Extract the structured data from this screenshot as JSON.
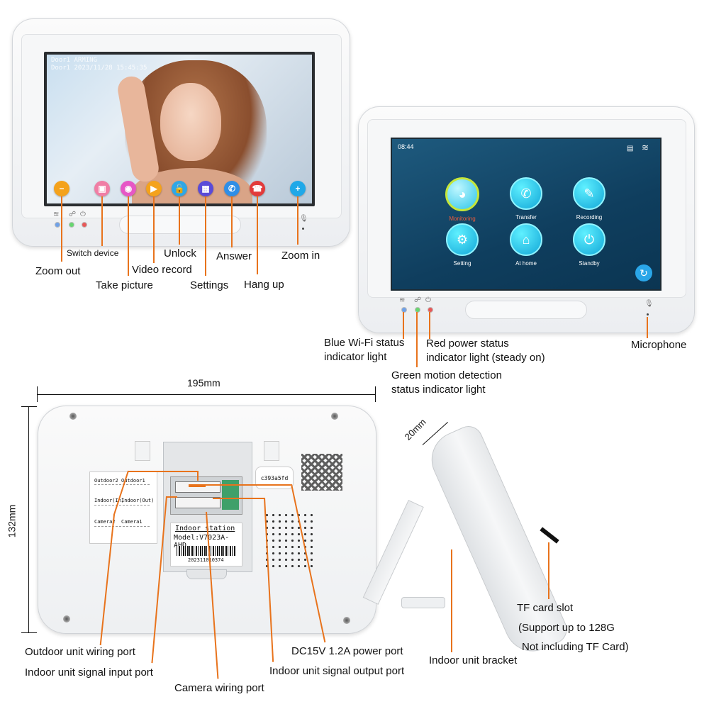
{
  "monitor_screen": {
    "osd_line1": "Door1  ARMING",
    "osd_line2": "Door1 2023/11/28  15:45:35"
  },
  "home_screen": {
    "time": "08:44",
    "menu_items": [
      {
        "label": "Monitoring",
        "icon": "camera-icon"
      },
      {
        "label": "Transfer",
        "icon": "phone-transfer-icon"
      },
      {
        "label": "Recording",
        "icon": "recording-icon"
      },
      {
        "label": "Setting",
        "icon": "gear-icon"
      },
      {
        "label": "At home",
        "icon": "home-user-icon"
      },
      {
        "label": "Standby",
        "icon": "power-icon"
      }
    ]
  },
  "front_labels": {
    "switch_device": "Switch device",
    "zoom_out": "Zoom out",
    "take_picture": "Take picture",
    "video_record": "Video record",
    "unlock": "Unlock",
    "settings": "Settings",
    "answer": "Answer",
    "hang_up": "Hang up",
    "zoom_in": "Zoom in"
  },
  "indicator_labels": {
    "blue_wifi_1": "Blue Wi-Fi status",
    "blue_wifi_2": "indicator light",
    "red_power_1": "Red power status",
    "red_power_2": "indicator light (steady on)",
    "green_motion_1": "Green motion detection",
    "green_motion_2": "status indicator light",
    "microphone": "Microphone"
  },
  "back_panel": {
    "width": "195mm",
    "height": "132mm",
    "serial_tag": "c393a5fd",
    "station_title": "Indoor station",
    "model": "Model:V7023A-AHD",
    "barcode_text": "202311010374",
    "terminal_labels": [
      "Outdoor2",
      "Outdoor1",
      "Indoor(In)",
      "Indoor(Out)",
      "Camera2",
      "Camera1"
    ],
    "port_labels": {
      "outdoor_wiring": "Outdoor unit wiring port",
      "indoor_signal_in": "Indoor unit signal input port",
      "camera_wiring": "Camera wiring port",
      "dc_power": "DC15V 1.2A power port",
      "indoor_signal_out": "Indoor unit signal output port"
    }
  },
  "side_view": {
    "depth": "20mm",
    "bracket": "Indoor unit bracket",
    "tf_slot": "TF card slot",
    "tf_support": "(Support up to 128G",
    "tf_note": "Not including TF Card)"
  },
  "colors": {
    "leader_line": "#e8731c",
    "menu_bg": "#12466a",
    "icon_cyan": "#1fc3ea"
  }
}
